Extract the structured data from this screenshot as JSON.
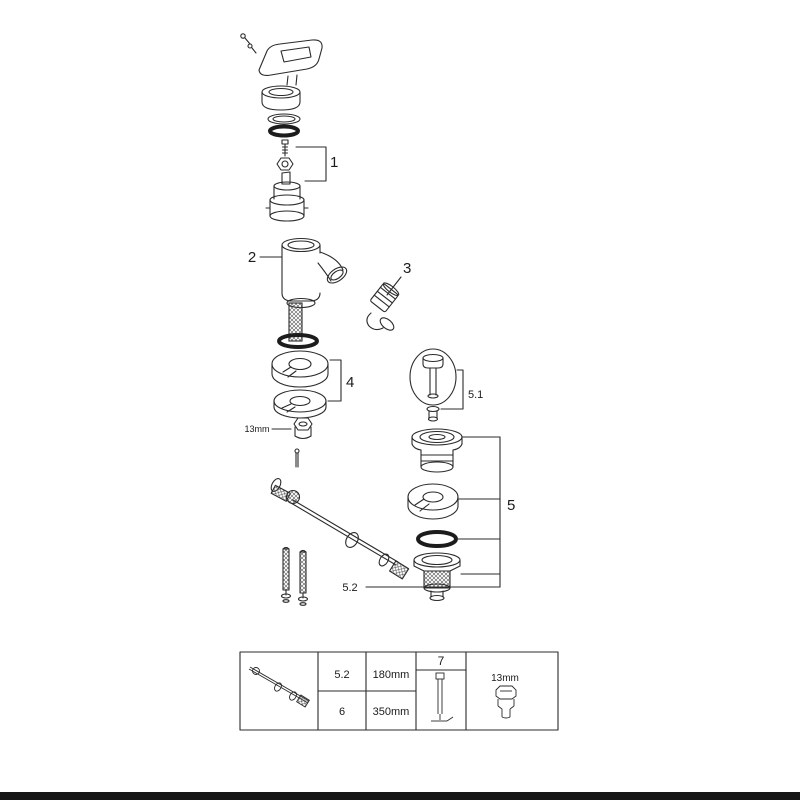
{
  "page": {
    "background": "#ffffff",
    "footer_color": "#161616",
    "line_color": "#2b2b2b"
  },
  "diagram": {
    "type": "exploded-parts-diagram",
    "callouts": {
      "c1": "1",
      "c2": "2",
      "c3": "3",
      "c4": "4",
      "c5": "5",
      "c5_1": "5.1",
      "c5_2": "5.2",
      "nut_size": "13mm"
    },
    "table": {
      "rows": [
        {
          "ref": "5.2",
          "dim": "180mm"
        },
        {
          "ref": "6",
          "dim": "350mm"
        }
      ],
      "tool_ref": "7",
      "socket_size": "13mm"
    }
  }
}
